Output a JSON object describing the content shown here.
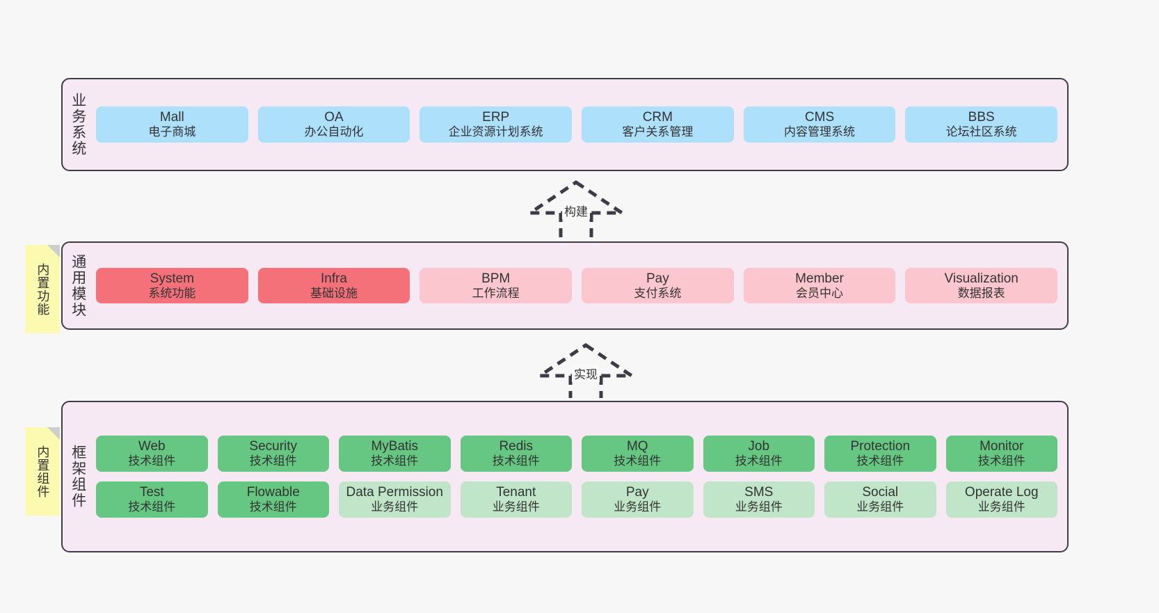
{
  "diagram": {
    "background_color": "#f7f7f7",
    "panel_color": "#f7e9f4",
    "panel_border_color": "#3d3b47"
  },
  "layers": [
    {
      "id": "business-system",
      "title": "业务系统",
      "rows": [
        {
          "nodes": [
            {
              "name": "Mall",
              "sub": "电子商城",
              "style": "blue"
            },
            {
              "name": "OA",
              "sub": "办公自动化",
              "style": "blue"
            },
            {
              "name": "ERP",
              "sub": "企业资源计划系统",
              "style": "blue"
            },
            {
              "name": "CRM",
              "sub": "客户关系管理",
              "style": "blue"
            },
            {
              "name": "CMS",
              "sub": "内容管理系统",
              "style": "blue"
            },
            {
              "name": "BBS",
              "sub": "论坛社区系统",
              "style": "blue"
            }
          ]
        }
      ]
    },
    {
      "id": "common-module",
      "title": "通用模块",
      "sticky": "内置功能",
      "rows": [
        {
          "nodes": [
            {
              "name": "System",
              "sub": "系统功能",
              "style": "red"
            },
            {
              "name": "Infra",
              "sub": "基础设施",
              "style": "red"
            },
            {
              "name": "BPM",
              "sub": "工作流程",
              "style": "pink"
            },
            {
              "name": "Pay",
              "sub": "支付系统",
              "style": "pink"
            },
            {
              "name": "Member",
              "sub": "会员中心",
              "style": "pink"
            },
            {
              "name": "Visualization",
              "sub": "数据报表",
              "style": "pink"
            }
          ]
        }
      ]
    },
    {
      "id": "framework-component",
      "title": "框架组件",
      "sticky": "内置组件",
      "rows": [
        {
          "nodes": [
            {
              "name": "Web",
              "sub": "技术组件",
              "style": "green"
            },
            {
              "name": "Security",
              "sub": "技术组件",
              "style": "green"
            },
            {
              "name": "MyBatis",
              "sub": "技术组件",
              "style": "green"
            },
            {
              "name": "Redis",
              "sub": "技术组件",
              "style": "green"
            },
            {
              "name": "MQ",
              "sub": "技术组件",
              "style": "green"
            },
            {
              "name": "Job",
              "sub": "技术组件",
              "style": "green"
            },
            {
              "name": "Protection",
              "sub": "技术组件",
              "style": "green"
            },
            {
              "name": "Monitor",
              "sub": "技术组件",
              "style": "green"
            }
          ]
        },
        {
          "nodes": [
            {
              "name": "Test",
              "sub": "技术组件",
              "style": "green"
            },
            {
              "name": "Flowable",
              "sub": "技术组件",
              "style": "green"
            },
            {
              "name": "Data Permission",
              "sub": "业务组件",
              "style": "lightgreen"
            },
            {
              "name": "Tenant",
              "sub": "业务组件",
              "style": "lightgreen"
            },
            {
              "name": "Pay",
              "sub": "业务组件",
              "style": "lightgreen"
            },
            {
              "name": "SMS",
              "sub": "业务组件",
              "style": "lightgreen"
            },
            {
              "name": "Social",
              "sub": "业务组件",
              "style": "lightgreen"
            },
            {
              "name": "Operate Log",
              "sub": "业务组件",
              "style": "lightgreen"
            }
          ]
        }
      ]
    }
  ],
  "connectors": [
    {
      "id": "build",
      "label": "构建"
    },
    {
      "id": "implement",
      "label": "实现"
    }
  ]
}
